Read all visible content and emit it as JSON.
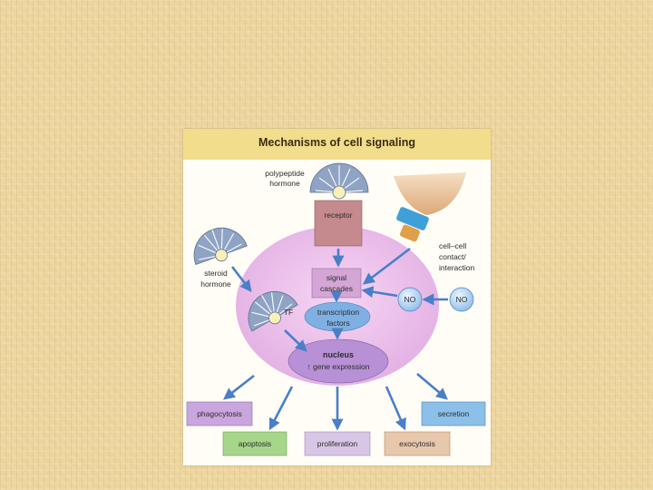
{
  "title": "Mechanisms of cell signaling",
  "labels": {
    "polypeptide_line1": "polypeptide",
    "polypeptide_line2": "hormone",
    "receptor": "receptor",
    "steroid_line1": "steroid",
    "steroid_line2": "hormone",
    "cell_contact_line1": "cell–cell",
    "cell_contact_line2": "contact/",
    "cell_contact_line3": "interaction",
    "signal_line1": "signal",
    "signal_line2": "cascades",
    "no_inside": "NO",
    "no_outside": "NO",
    "tf": "TF",
    "transcription_line1": "transcription",
    "transcription_line2": "factors",
    "nucleus_line1": "nucleus",
    "nucleus_line2": "↑ gene expression"
  },
  "outcomes": {
    "phagocytosis": "phagocytosis",
    "secretion": "secretion",
    "apoptosis": "apoptosis",
    "proliferation": "proliferation",
    "exocytosis": "exocytosis"
  },
  "colors": {
    "header": "#f2dd8c",
    "cell": "#e8b8e8",
    "receptor": "#c48a8e",
    "signal": "#d4a6d6",
    "transcription": "#7fb0e4",
    "nucleus": "#b890d6",
    "arrow": "#4a7fc8",
    "hormone": "#8fa3c4",
    "phagocytosis": "#caa6de",
    "secretion": "#8cc0e8",
    "apoptosis": "#a6d68a",
    "proliferation": "#d8c6e6",
    "exocytosis": "#e8c8ac"
  }
}
